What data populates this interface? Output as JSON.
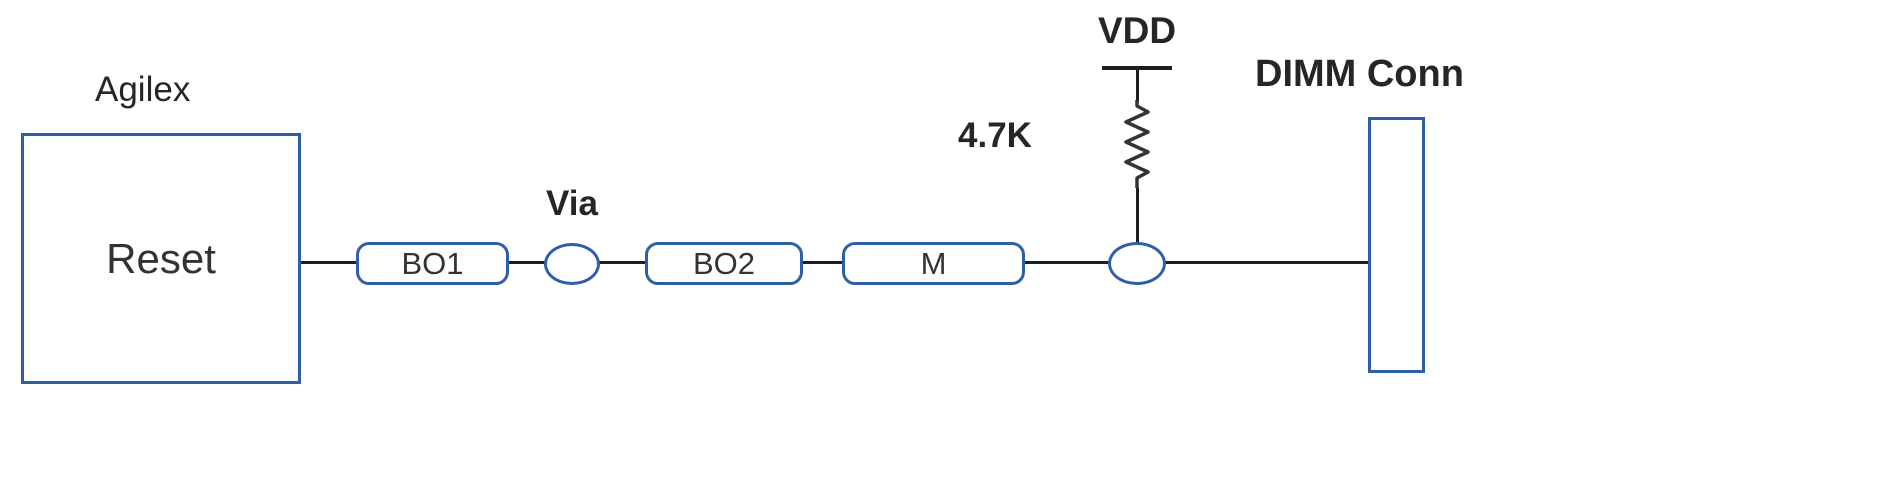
{
  "diagram": {
    "source_label": "Agilex",
    "source_pin": "Reset",
    "via_label": "Via",
    "segments": {
      "bo1": "BO1",
      "bo2": "BO2",
      "m": "M"
    },
    "pullup": {
      "resistor_value": "4.7K",
      "rail_label": "VDD"
    },
    "connector_label": "DIMM Conn",
    "colors": {
      "outline_blue": "#2e5fa8",
      "wire": "#1f1f1f",
      "text": "#262626"
    }
  }
}
